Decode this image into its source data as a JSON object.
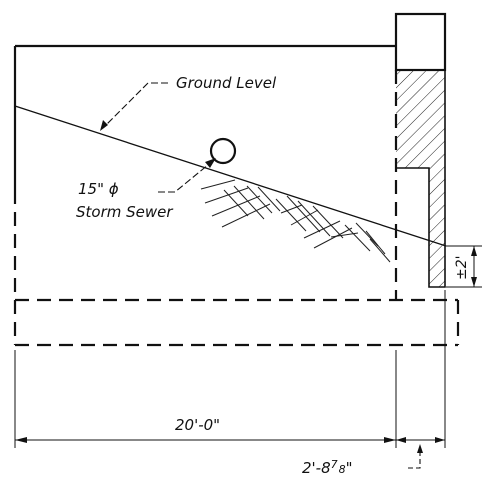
{
  "labels": {
    "ground_level": "Ground Level",
    "sewer_size": "15\" ϕ",
    "sewer_name": "Storm Sewer",
    "dim_horizontal": "20'-0\"",
    "dim_wall_main": "2'-8",
    "dim_wall_frac_num": "7",
    "dim_wall_frac_den": "8",
    "dim_wall_inch": "\"",
    "dim_vertical": "±2'"
  }
}
